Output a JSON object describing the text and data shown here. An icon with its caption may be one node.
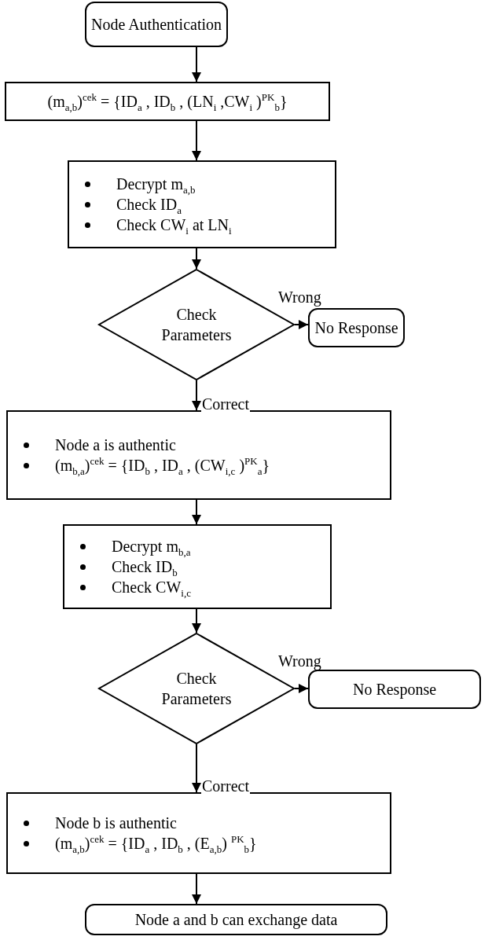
{
  "diagram": {
    "nodes": [
      {
        "text": [
          "Node Authentication"
        ]
      },
      {
        "text": [
          "(m$_{a,b}$)$^{cek}$ = {ID$_{a}$ , ID$_{b}$ , (LN$_{i}$ ,CW$_{i}$ )$^{PK}$$_{b}$}"
        ]
      },
      {
        "text": [
          "Decrypt m$_{a,b}$",
          "Check ID$_{a}$",
          "Check CW$_{i}$ at LN$_{i}$"
        ]
      },
      {
        "text": [
          "Check Parameters"
        ]
      },
      {
        "text": [
          "No Response"
        ]
      },
      {
        "text": [
          "Node a is authentic",
          "(m$_{b,a}$)$^{cek}$ = {ID$_{b}$ , ID$_{a}$ , (CW$_{i,c}$ )$^{PK}$$_{a}$}"
        ]
      },
      {
        "text": [
          "Decrypt m$_{b,a}$",
          "Check ID$_{b}$",
          "Check CW$_{i,c}$"
        ]
      },
      {
        "text": [
          "Check Parameters"
        ]
      },
      {
        "text": [
          "No Response"
        ]
      },
      {
        "text": [
          "Node b is authentic",
          "(m$_{a,b}$)$^{cek}$ = {ID$_{a}$ , ID$_{b}$ , (E$_{a,b}$) $^{PK}$$_{b}$}"
        ]
      },
      {
        "text": [
          "Node a and b can exchange data"
        ]
      }
    ],
    "edges": [
      {
        "from": 0,
        "to": 1,
        "arrow": "to"
      },
      {
        "from": 1,
        "to": 2,
        "arrow": "to"
      },
      {
        "from": 2,
        "to": 3,
        "arrow": "to"
      },
      {
        "from": 3,
        "to": 4,
        "arrow": "to",
        "label": "Wrong"
      },
      {
        "from": 3,
        "to": 5,
        "arrow": "to",
        "label": "Correct"
      },
      {
        "from": 5,
        "to": 6,
        "arrow": "to"
      },
      {
        "from": 6,
        "to": 7,
        "arrow": "to"
      },
      {
        "from": 7,
        "to": 8,
        "arrow": "to",
        "label": "Wrong"
      },
      {
        "from": 7,
        "to": 9,
        "arrow": "to",
        "label": "Correct"
      },
      {
        "from": 9,
        "to": 10,
        "arrow": "to"
      }
    ]
  }
}
